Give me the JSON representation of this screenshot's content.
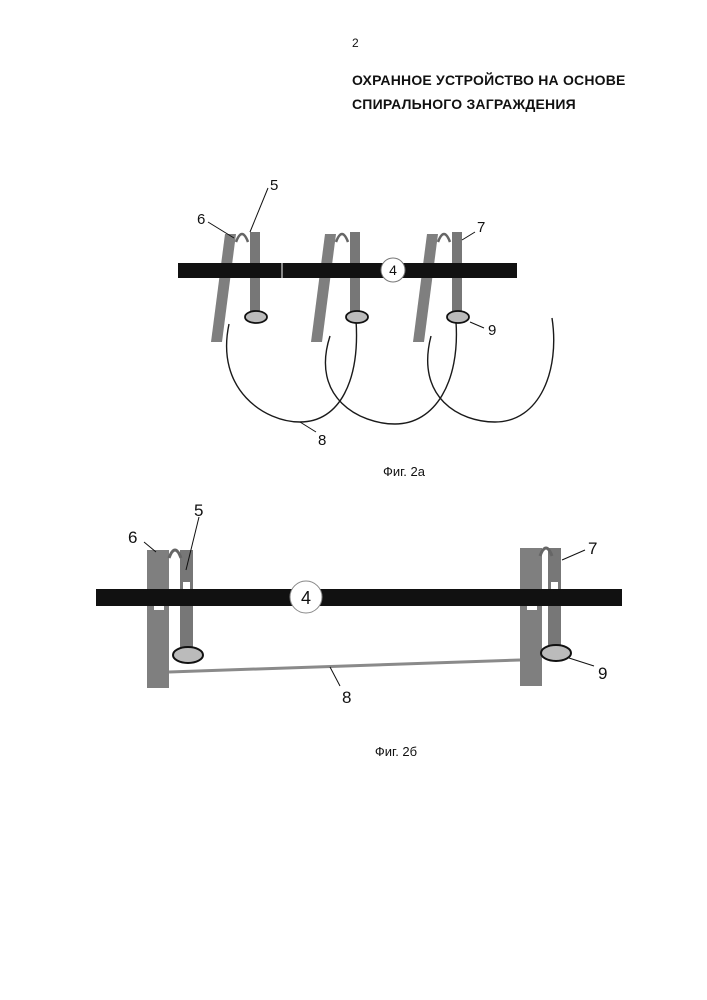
{
  "page": {
    "number": "2"
  },
  "title": {
    "line1": "ОХРАННОЕ УСТРОЙСТВО НА ОСНОВЕ",
    "line2": "СПИРАЛЬНОГО ЗАГРАЖДЕНИЯ"
  },
  "figures": [
    {
      "id": "fig-2a",
      "caption": "Фиг. 2а",
      "labels": {
        "beam": "4",
        "clip": "5",
        "post_left": "6",
        "post_right": "7",
        "wire": "8",
        "ring": "9"
      }
    },
    {
      "id": "fig-2b",
      "caption": "Фиг. 2б",
      "labels": {
        "beam": "4",
        "clip": "5",
        "post_left": "6",
        "post_right": "7",
        "wire": "8",
        "ring": "9"
      }
    }
  ],
  "colors": {
    "beam": "#111111",
    "post": "#7f7f7f",
    "post_dark": "#6a6a6a",
    "wire": "#1a1a1a",
    "wire_b": "#8a8a8a"
  }
}
